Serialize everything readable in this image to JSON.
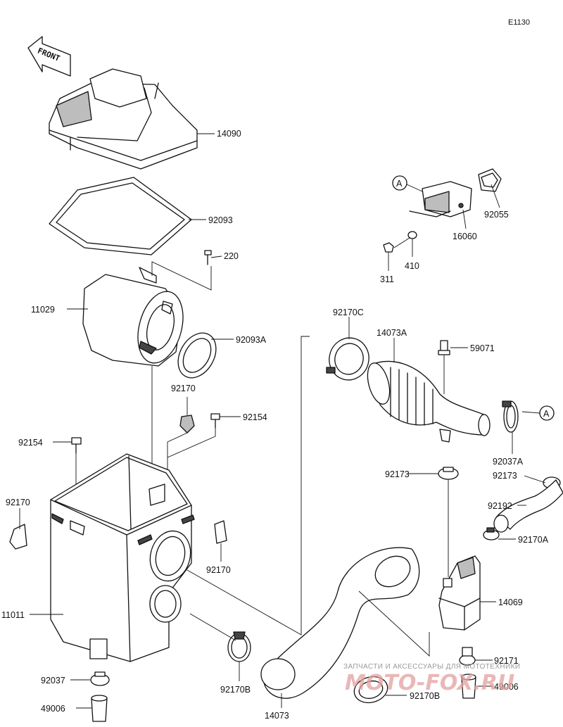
{
  "diagram_code": "E1130",
  "front_label": "FRONT",
  "ref_a": "A",
  "labels": {
    "p14090": "14090",
    "p92093": "92093",
    "p220": "220",
    "p11029": "11029",
    "p92093A": "92093A",
    "p92170_top": "92170",
    "p92154_right": "92154",
    "p92154_left": "92154",
    "p92170_left": "92170",
    "p92170_mid": "92170",
    "p11011": "11011",
    "p92037": "92037",
    "p49006_left": "49006",
    "p92170B_mid": "92170B",
    "p14073": "14073",
    "p92170B_bottom": "92170B",
    "p92055": "92055",
    "p16060": "16060",
    "p410": "410",
    "p311": "311",
    "p92170C": "92170C",
    "p14073A": "14073A",
    "p59071": "59071",
    "p92037A": "92037A",
    "p92173_left": "92173",
    "p92173_right": "92173",
    "p92192": "92192",
    "p92170A": "92170A",
    "p14069": "14069",
    "p92171": "92171",
    "p49006_right": "49006"
  },
  "watermark": {
    "text": "ЗАПЧАСТИ И АКСЕССУАРЫ ДЛЯ МОТОТЕХНИКИ",
    "logo": "MOTO-FOX.RU"
  }
}
